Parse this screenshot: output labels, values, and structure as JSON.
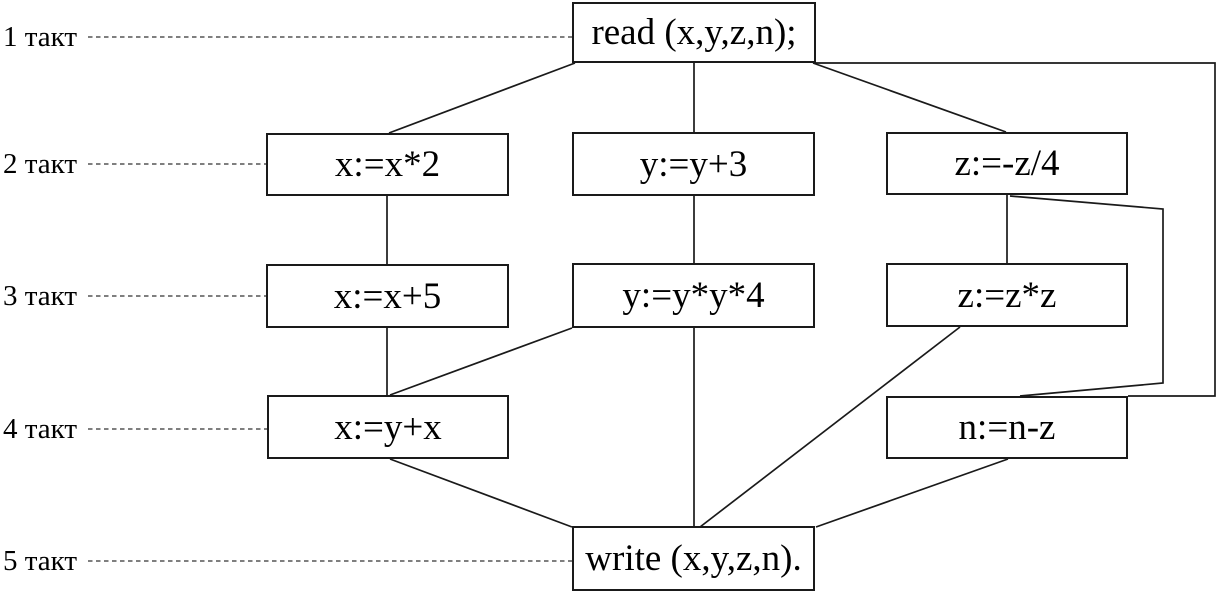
{
  "diagram_type": "parallel-computation-schedule",
  "takt_labels": [
    "1 такт",
    "2 такт",
    "3 такт",
    "4 такт",
    "5 такт"
  ],
  "nodes": [
    {
      "id": "read",
      "takt": 1,
      "label": "read (x,y,z,n);"
    },
    {
      "id": "x1",
      "takt": 2,
      "label": "x:=x*2"
    },
    {
      "id": "y1",
      "takt": 2,
      "label": "y:=y+3"
    },
    {
      "id": "z1",
      "takt": 2,
      "label": "z:=-z/4"
    },
    {
      "id": "x2",
      "takt": 3,
      "label": "x:=x+5"
    },
    {
      "id": "y2",
      "takt": 3,
      "label": "y:=y*y*4"
    },
    {
      "id": "z2",
      "takt": 3,
      "label": "z:=z*z"
    },
    {
      "id": "x3",
      "takt": 4,
      "label": "x:=y+x"
    },
    {
      "id": "n1",
      "takt": 4,
      "label": "n:=n-z"
    },
    {
      "id": "write",
      "takt": 5,
      "label": "write (x,y,z,n)."
    }
  ],
  "edges": [
    {
      "from": "read",
      "to": "x1"
    },
    {
      "from": "read",
      "to": "y1"
    },
    {
      "from": "read",
      "to": "z1"
    },
    {
      "from": "read",
      "to": "n1"
    },
    {
      "from": "x1",
      "to": "x2"
    },
    {
      "from": "y1",
      "to": "y2"
    },
    {
      "from": "z1",
      "to": "z2"
    },
    {
      "from": "z1",
      "to": "n1"
    },
    {
      "from": "x2",
      "to": "x3"
    },
    {
      "from": "y2",
      "to": "x3"
    },
    {
      "from": "y2",
      "to": "write"
    },
    {
      "from": "z2",
      "to": "write"
    },
    {
      "from": "x3",
      "to": "write"
    },
    {
      "from": "n1",
      "to": "write"
    }
  ],
  "colors": {
    "background": "#ffffff",
    "line": "#1a1a1a",
    "box_border": "#1a1a1a",
    "text": "#000000",
    "leader_dash": "#333333"
  }
}
